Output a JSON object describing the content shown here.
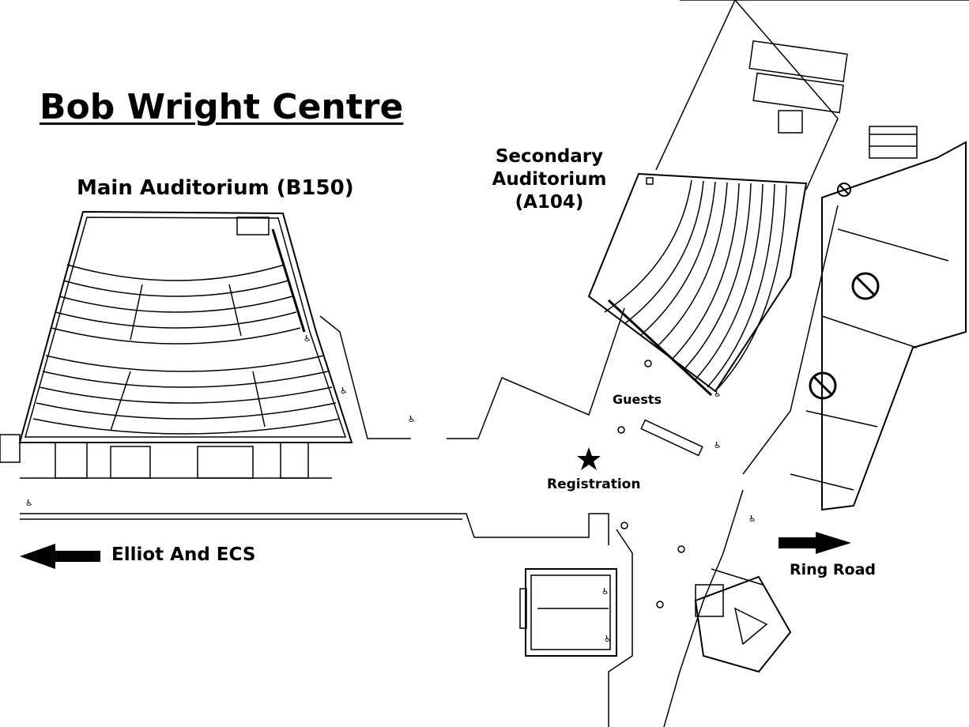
{
  "map": {
    "title": "Bob Wright Centre",
    "rooms": [
      {
        "label": "Main Auditorium (B150)"
      },
      {
        "label": "Secondary Auditorium (A104)",
        "lines": [
          "Secondary",
          "Auditorium",
          "(A104)"
        ]
      }
    ],
    "markers": {
      "guests": "Guests",
      "registration": "Registration"
    },
    "directions": {
      "left": "Elliot And ECS",
      "right": "Ring Road"
    },
    "icons": [
      "star-icon",
      "no-entry-icon",
      "wheelchair-icon",
      "arrow-left-icon",
      "arrow-right-icon"
    ]
  }
}
